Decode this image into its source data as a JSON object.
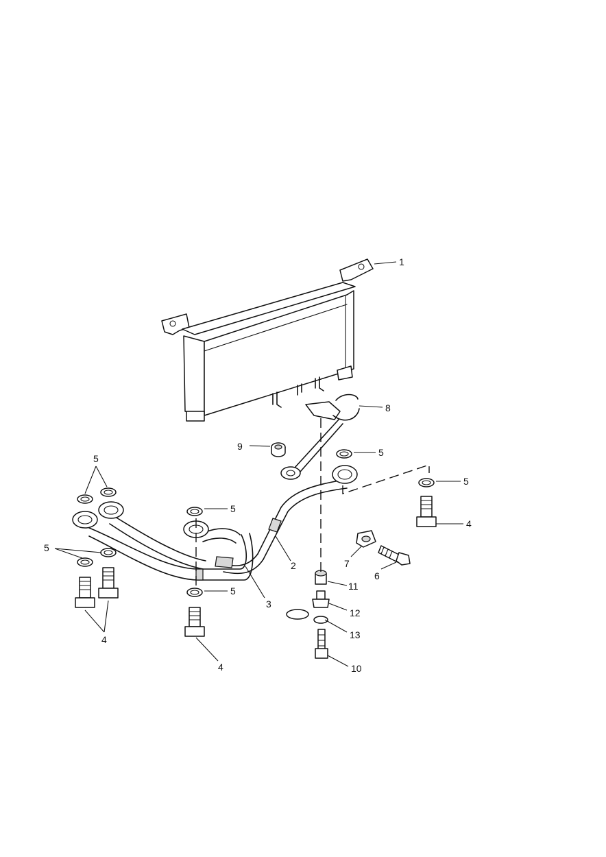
{
  "callouts": [
    {
      "id": "c1",
      "label": "1"
    },
    {
      "id": "c2",
      "label": "2"
    },
    {
      "id": "c3",
      "label": "3"
    },
    {
      "id": "c4a",
      "label": "4"
    },
    {
      "id": "c4b",
      "label": "4"
    },
    {
      "id": "c4c",
      "label": "4"
    },
    {
      "id": "c5a",
      "label": "5"
    },
    {
      "id": "c5b",
      "label": "5"
    },
    {
      "id": "c5c",
      "label": "5"
    },
    {
      "id": "c5d",
      "label": "5"
    },
    {
      "id": "c5e",
      "label": "5"
    },
    {
      "id": "c5f",
      "label": "5"
    },
    {
      "id": "c6",
      "label": "6"
    },
    {
      "id": "c7",
      "label": "7"
    },
    {
      "id": "c8",
      "label": "8"
    },
    {
      "id": "c9",
      "label": "9"
    },
    {
      "id": "c10",
      "label": "10"
    },
    {
      "id": "c11",
      "label": "11"
    },
    {
      "id": "c12",
      "label": "12"
    },
    {
      "id": "c13",
      "label": "13"
    }
  ]
}
